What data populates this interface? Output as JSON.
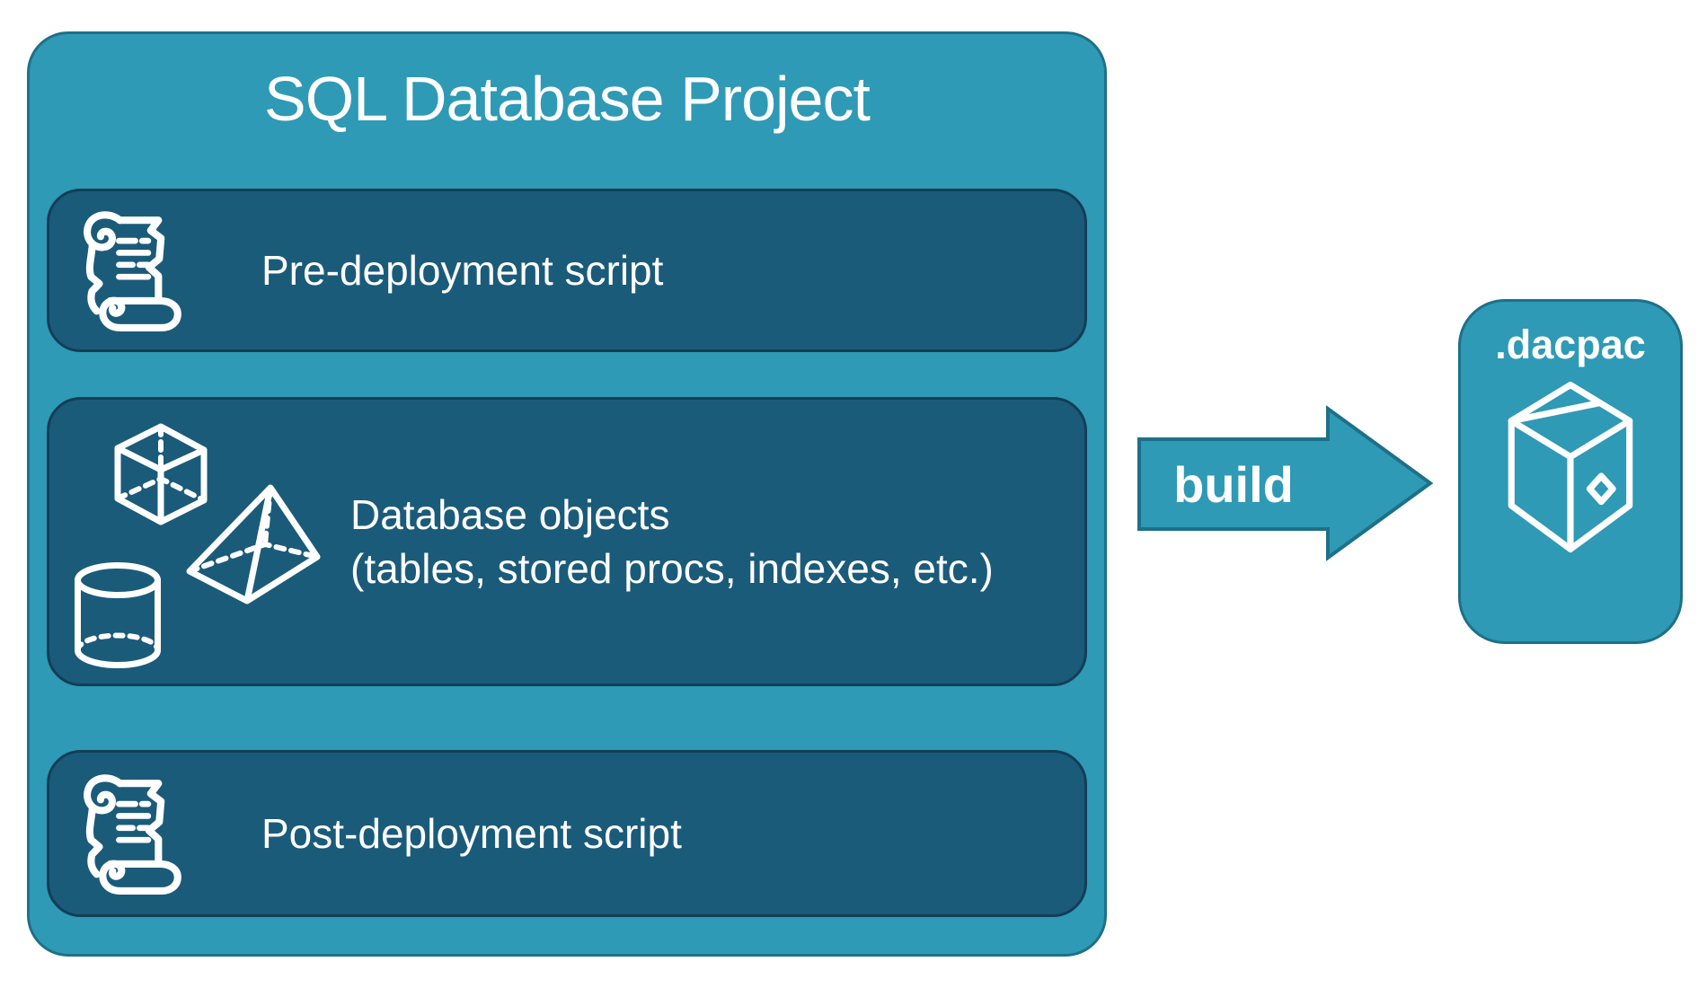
{
  "diagram": {
    "title": "SQL Database Project",
    "panels": [
      {
        "label": "Pre-deployment script",
        "icon": "scroll-icon"
      },
      {
        "label_line1": "Database objects",
        "label_line2": "(tables, stored procs, indexes, etc.)",
        "icons": [
          "cube-icon",
          "pyramid-icon",
          "cylinder-icon"
        ]
      },
      {
        "label": "Post-deployment script",
        "icon": "scroll-icon"
      }
    ],
    "arrow": {
      "label": "build",
      "direction": "right"
    },
    "output": {
      "label": ".dacpac",
      "icon": "package-icon"
    }
  },
  "colors": {
    "teal": "#2E9AB5",
    "teal_border": "#1E7089",
    "panel_dark": "#1B5B7A",
    "panel_border": "#123E57",
    "text": "#FFFFFF",
    "background": "#FFFFFF"
  }
}
